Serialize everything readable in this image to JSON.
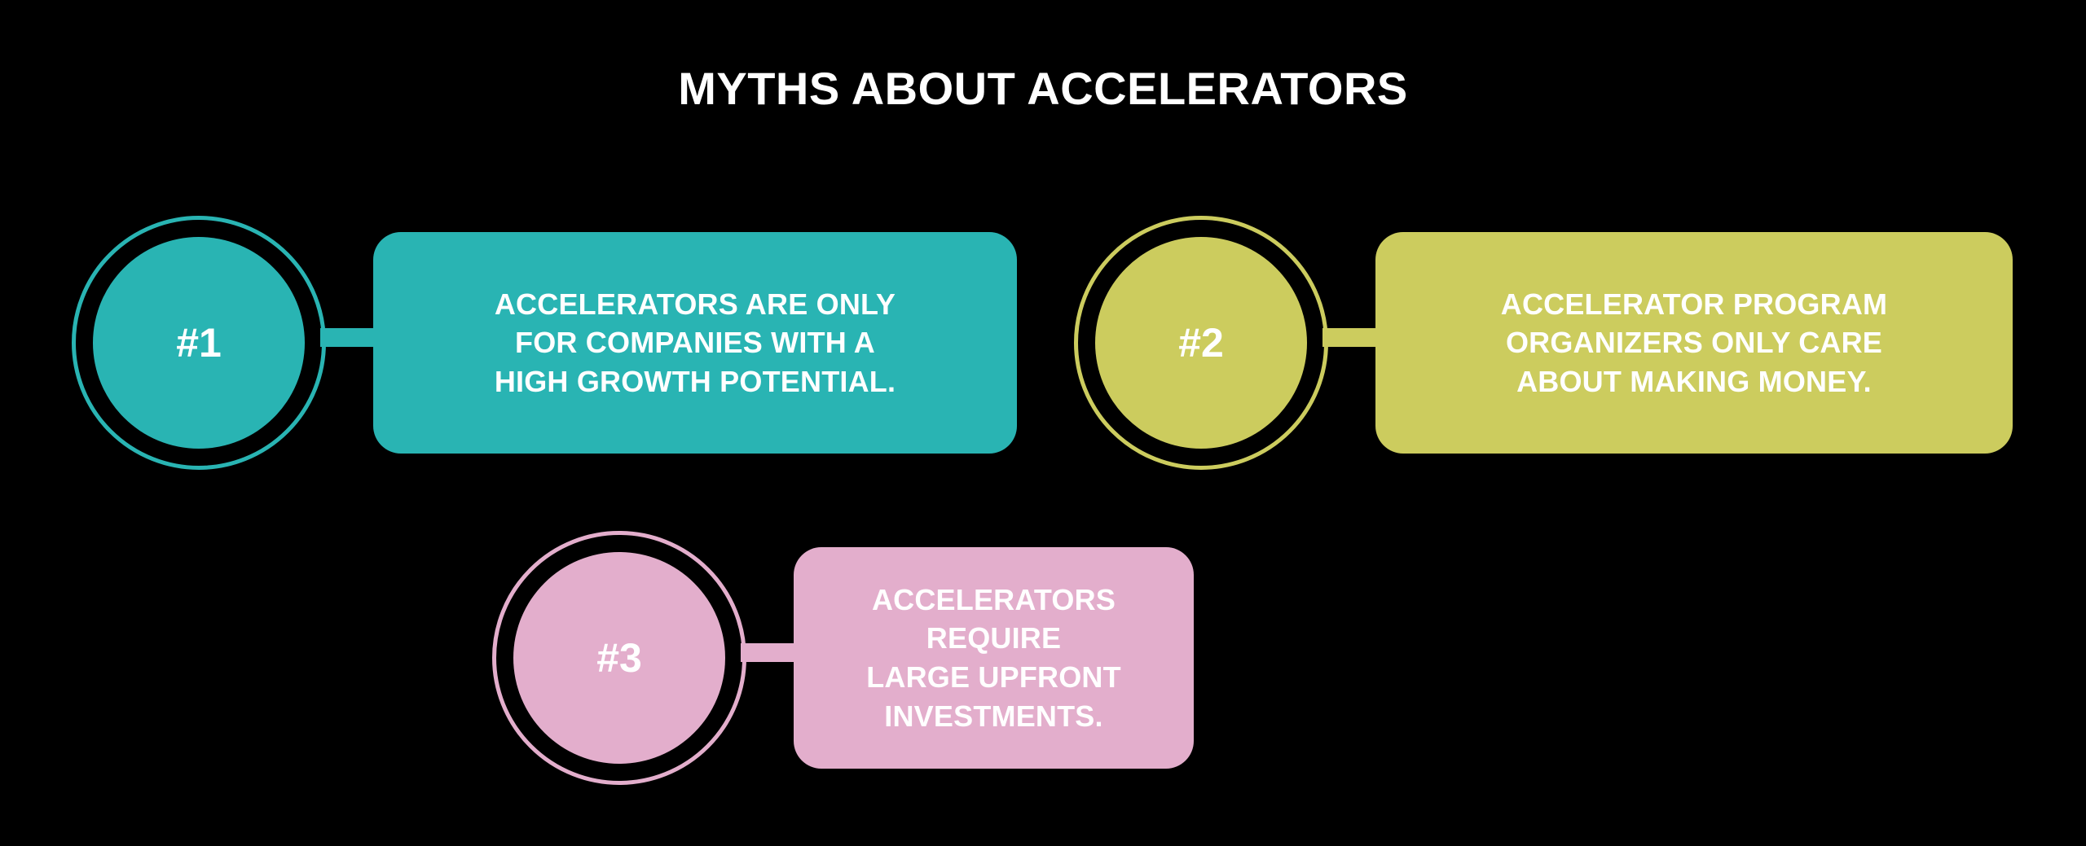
{
  "page": {
    "background_color": "#000000",
    "title": "MYTHS ABOUT ACCELERATORS",
    "title_color": "#FFFFFF"
  },
  "myths": [
    {
      "number_label": "#1",
      "text": "ACCELERATORS ARE ONLY\nFOR COMPANIES WITH A\nHIGH GROWTH POTENTIAL.",
      "color": "#29B4B3"
    },
    {
      "number_label": "#2",
      "text": "ACCELERATOR PROGRAM\nORGANIZERS ONLY CARE\nABOUT MAKING MONEY.",
      "color": "#CCCC5E"
    },
    {
      "number_label": "#3",
      "text": "ACCELERATORS REQUIRE\nLARGE UPFRONT\nINVESTMENTS.",
      "color": "#E3AECC"
    }
  ]
}
